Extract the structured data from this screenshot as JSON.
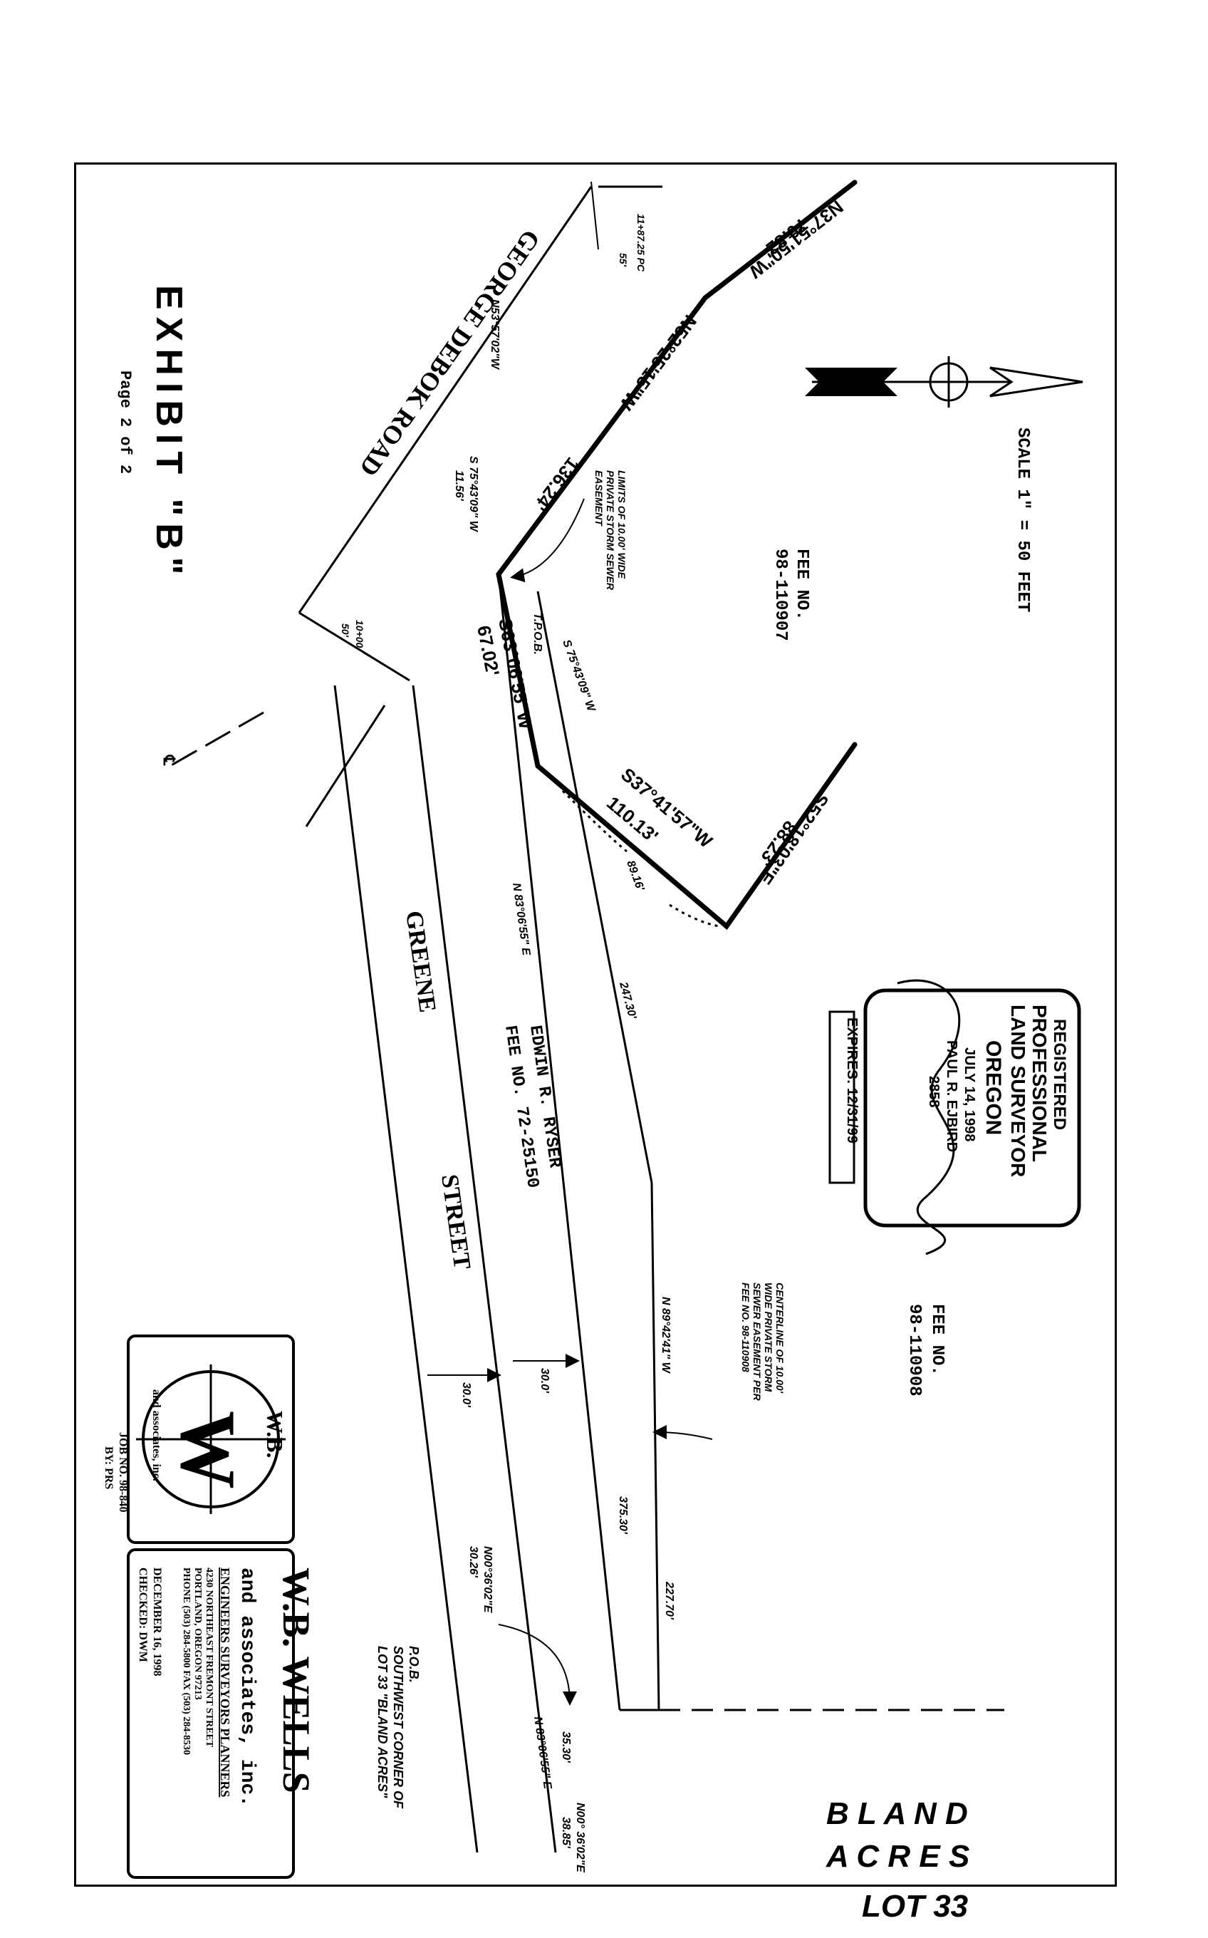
{
  "exhibit": {
    "title": "EXHIBIT \"B\"",
    "page": "Page 2 of 2"
  },
  "scale": "SCALE 1\" = 50 FEET",
  "lot": {
    "line1": "B L A N D",
    "line2": "A C R E S",
    "line3": "LOT 33"
  },
  "roads": {
    "george_debok": "GEORGE DEBOK ROAD",
    "greene": "GREENE",
    "street": "STREET"
  },
  "fee_top": {
    "line1": "FEE NO.",
    "line2": "98-110907"
  },
  "fee_right": {
    "line1": "FEE NO.",
    "line2": "98-110908"
  },
  "ryser": {
    "line1": "EDWIN R. RYSER",
    "line2": "FEE NO. 72-25150"
  },
  "bearings": {
    "n37": "N37°51'50\"W",
    "n37_dist": "70.82'",
    "n52": "N52°25'15\"W",
    "dist_136": "136.24'",
    "s63": "S63°06'55\"W",
    "s63_dist": "67.02'",
    "s37": "S37°41'57\"W",
    "s37_dist": "110.13'",
    "s52": "S52°18'03\"E",
    "s52_dist": "88.23'",
    "s75_a": "S 75°43'09\" W",
    "s75_a_dist": "11.56'",
    "s75_b": "S 75°43'09\" W",
    "n53": "N53°57'02\"W",
    "n83_a": "N 83°06'55\" E",
    "n83_b": "N 83°06'55\" E",
    "n89": "N 89°42'41\" W",
    "n00_a": "N00°36'02\"E",
    "n00_a_dist": "30.26'",
    "n00_b": "N00° 36'02\"E",
    "n00_b_dist": "38.85'"
  },
  "distances": {
    "d89": "89.16'",
    "d247": "247.30'",
    "d375": "375.30'",
    "d227": "227.70'",
    "d35": "35.30'",
    "w30a": "30.0'",
    "w30b": "30.0'",
    "sta_top": "11+87.25 PC",
    "sta_55": "55'",
    "sta_left": "10+00",
    "sta_50": "50'"
  },
  "notes": {
    "tpob": "T.P.O.B.",
    "limits": [
      "LIMITS OF 10.00' WIDE",
      "PRIVATE STORM SEWER",
      "EASEMENT"
    ],
    "centerline": [
      "CENTERLINE OF 10.00'",
      "WIDE PRIVATE STORM",
      "SEWER EASEMENT PER",
      "FEE NO. 98-110908"
    ],
    "pob": [
      "P.O.B.",
      "SOUTHWEST CORNER OF",
      "LOT 33 \"BLAND ACRES\""
    ],
    "cl": "℄"
  },
  "stamp": {
    "line1": "REGISTERED",
    "line2": "PROFESSIONAL",
    "line3": "LAND SURVEYOR",
    "line4": "OREGON",
    "line5": "JULY 14, 1998",
    "line6": "PAUL R. EJBIRD",
    "line7": "2858",
    "expires": "EXPIRES: 12/31/99"
  },
  "company": {
    "name": "W.B. WELLS",
    "sub": "and associates, inc.",
    "services": "ENGINEERS SURVEYORS PLANNERS",
    "addr": "4230 NORTHEAST FREMONT STREET",
    "city": "PORTLAND, OREGON 97213",
    "phone": "PHONE (503) 284-5800   FAX (503) 284-8530",
    "date": "DECEMBER 16, 1998",
    "checked": "CHECKED: DWM",
    "job": "JOB NO. 98-840",
    "by": "BY: PRS"
  },
  "logo": {
    "letters": "W.B.",
    "big": "W",
    "arc": "and associates, inc."
  }
}
